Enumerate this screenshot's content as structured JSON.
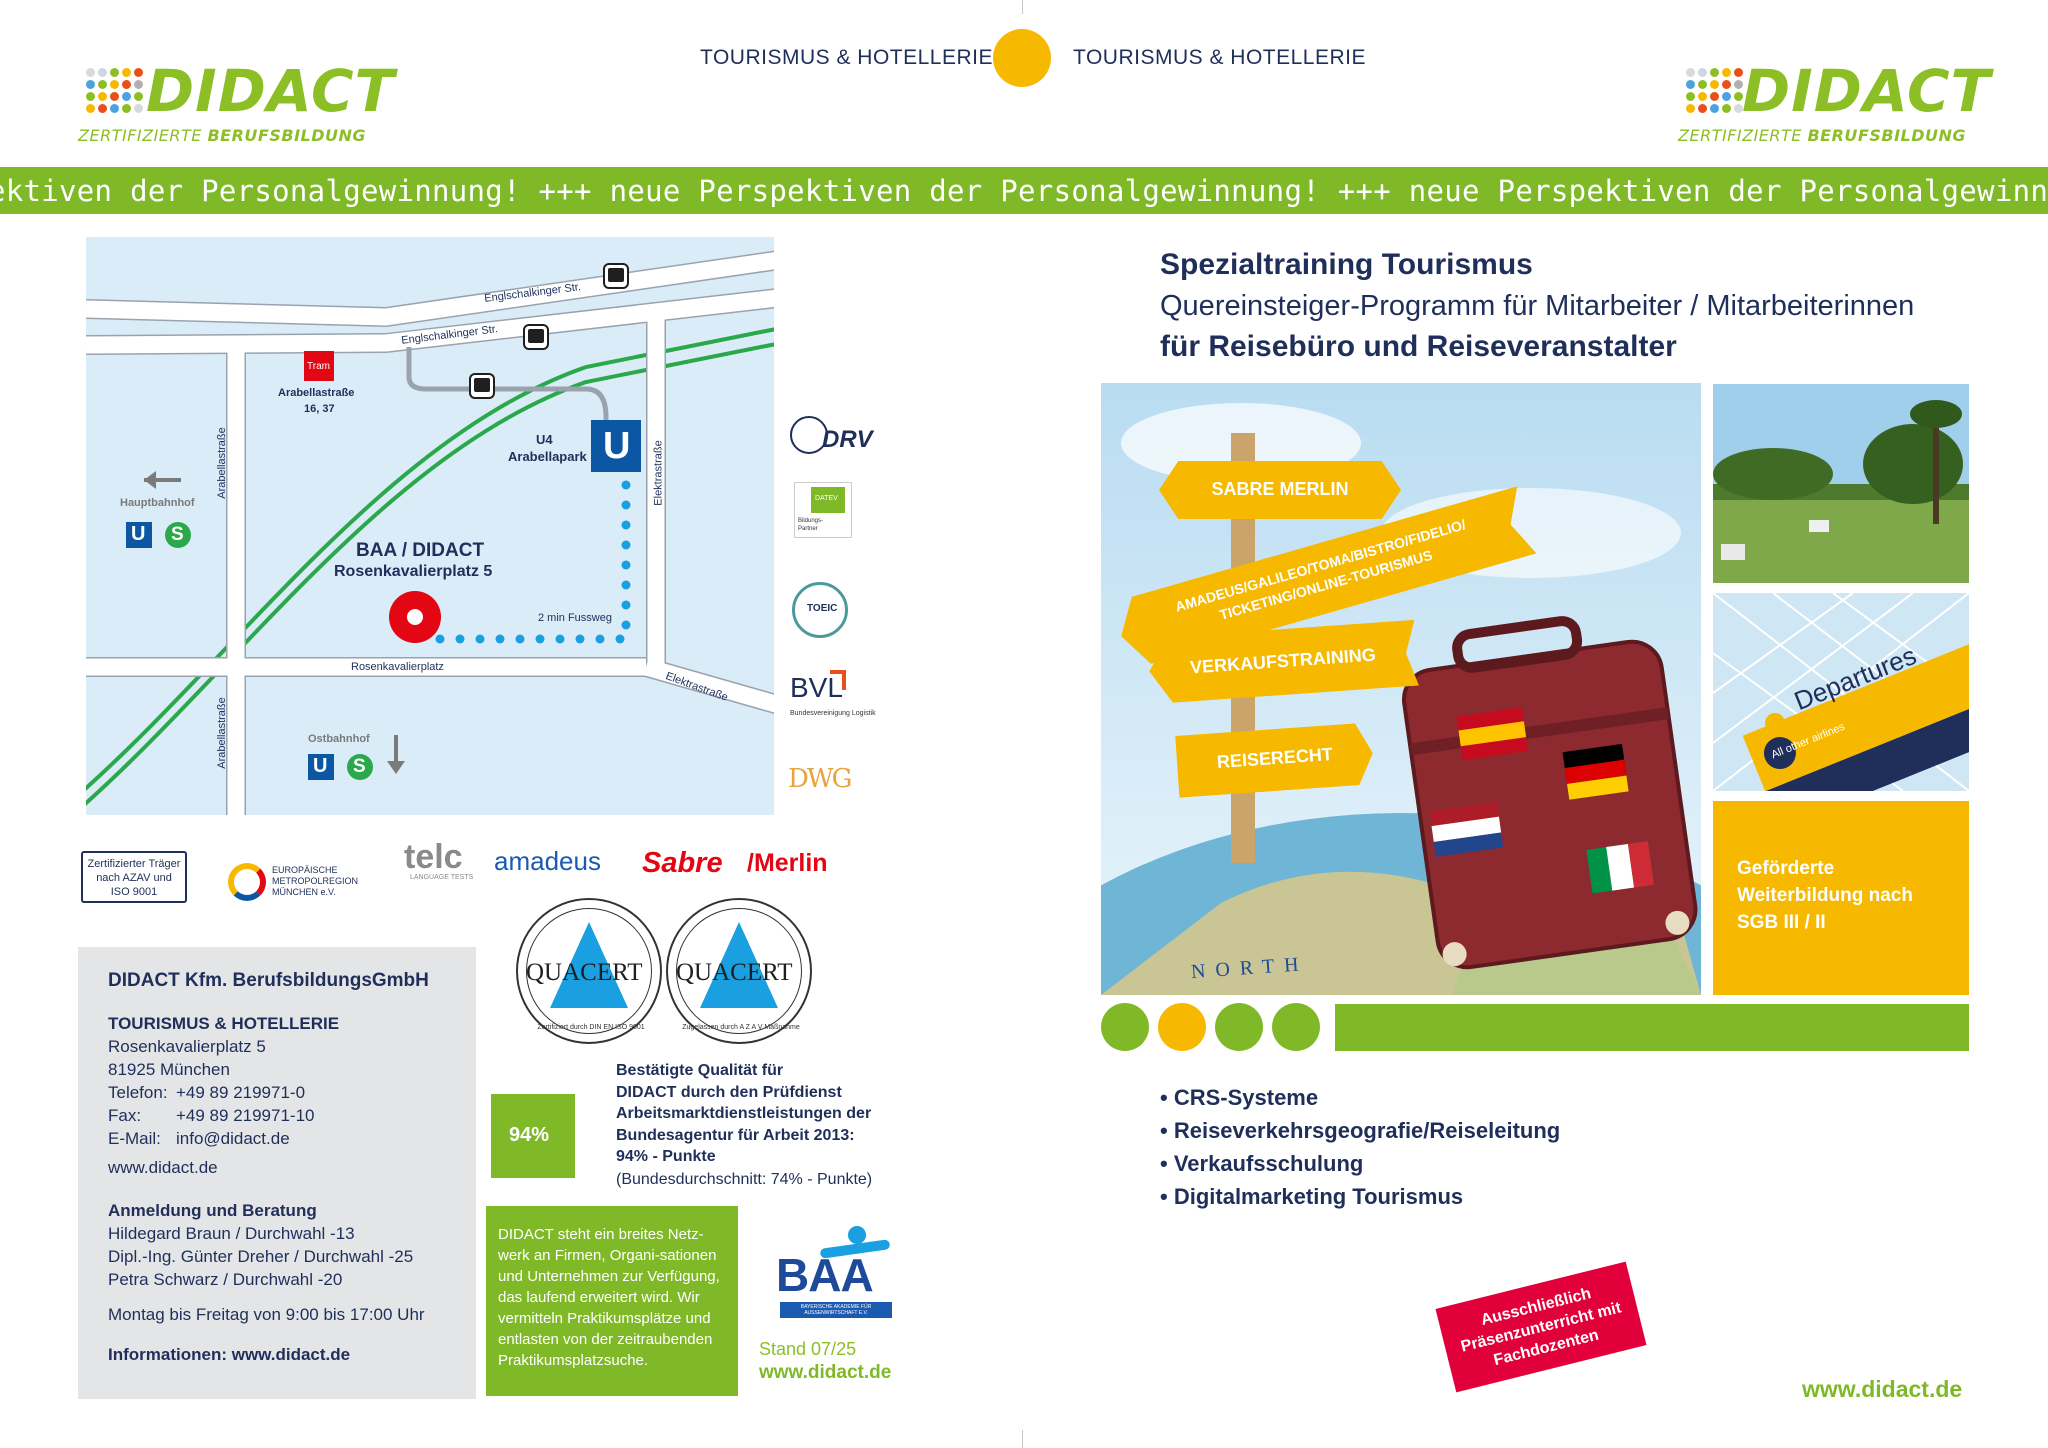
{
  "colors": {
    "brand_green": "#7fb927",
    "navy": "#1f2f5a",
    "accent_yellow": "#f6b900",
    "stamp_red": "#e2003a"
  },
  "header": {
    "logo_left": {
      "word": "DIDACT",
      "tag_prefix": "ZERTIFIZIERTE ",
      "tag_bold": "BERUFSBILDUNG"
    },
    "logo_right": {
      "word": "DIDACT",
      "tag_prefix": "ZERTIFIZIERTE ",
      "tag_bold": "BERUFSBILDUNG"
    },
    "topic_left": "TOURISMUS & HOTELLERIE",
    "topic_right": "TOURISMUS & HOTELLERIE"
  },
  "ticker": {
    "text": "ektiven der Personalgewinnung! +++ neue Perspektiven der Personalgewinnung! +++ neue Perspektiven der Personalgewinnung! +++ neu"
  },
  "map": {
    "street_englschalkinger_1": "Englschalkinger Str.",
    "street_englschalkinger_2": "Englschalkinger Str.",
    "tram_label": "Tram",
    "tram_stop": "Arabellastraße",
    "tram_lines": "16, 37",
    "u4_label": "U4",
    "u4_station": "Arabellapark",
    "u_letter": "U",
    "s_letter": "S",
    "hbf": "Hauptbahnhof",
    "ostbahnhof": "Ostbahnhof",
    "street_arabella_1": "Arabellastraße",
    "street_arabella_2": "Arabellastraße",
    "street_elektra_1": "Elektrastraße",
    "street_elektra_2": "Elektrastraße",
    "street_rosenkavalier": "Rosenkavalierplatz",
    "dest_name": "BAA / DIDACT",
    "dest_address": "Rosenkavalierplatz 5",
    "walk": "2 min Fussweg"
  },
  "side_logos": {
    "drv": "DRV",
    "datev_top": "DATEV",
    "datev_bottom": "Bildungs-Partner",
    "toeic": "TOEIC",
    "bvl": "BVL",
    "bvl_sub": "Bundesvereinigung Logistik",
    "dwg": "DWG"
  },
  "partners": {
    "azav": "Zertifizierter Träger nach AZAV und ISO 9001",
    "metropol": "EUROPÄISCHE METROPOLREGION MÜNCHEN e.V.",
    "telc": "telc",
    "telc_sub": "LANGUAGE TESTS",
    "amadeus": "amadeus",
    "sabre": "Sabre",
    "merlin": "/Merlin"
  },
  "quacert": {
    "seal1_ring": "Zertifiziert durch DIN EN ISO 9001",
    "seal1_name": "QUACERT",
    "seal2_ring": "Zugelassen durch A Z A V Maßnahme",
    "seal2_name": "QUACERT"
  },
  "quality": {
    "percent": "94%",
    "lines": [
      "Bestätigte Qualität für",
      "DIDACT durch den Prüfdienst",
      "Arbeitsmarktdienstleistungen der",
      "Bundesagentur für Arbeit 2013:",
      "94% - Punkte"
    ],
    "note": "(Bundesdurchschnitt: 74% - Punkte)"
  },
  "contact": {
    "company": "DIDACT Kfm. BerufsbildungsGmbH",
    "dept": "TOURISMUS & HOTELLERIE",
    "street": "Rosenkavalierplatz 5",
    "city": "81925 München",
    "phone_label": "Telefon:",
    "phone": "+49 89 219971-0",
    "fax_label": "Fax:",
    "fax": "+49 89 219971-10",
    "email_label": "E-Mail:",
    "email": "info@didact.de",
    "web": "www.didact.de",
    "reg_title": "Anmeldung und Beratung",
    "people": [
      "Hildegard Braun / Durchwahl -13",
      "Dipl.-Ing. Günter Dreher / Durchwahl -25",
      "Petra Schwarz / Durchwahl -20"
    ],
    "hours": "Montag bis Freitag von 9:00 bis 17:00 Uhr",
    "info": "Informationen: www.didact.de"
  },
  "network": {
    "lines": [
      "DIDACT steht ein breites Netz-",
      "werk an Firmen, Organi-sationen",
      "und Unternehmen zur Verfügung,",
      "das laufend erweitert wird. Wir",
      "vermitteln Praktikumsplätze und",
      "entlasten von der zeitraubenden",
      "Praktikumsplatzsuche."
    ]
  },
  "baa": {
    "name": "BAA",
    "sub": "BAYERISCHE AKADEMIE FÜR AUSSENWIRTSCHAFT E.V."
  },
  "stand": {
    "date": "Stand 07/25",
    "url": "www.didact.de"
  },
  "right": {
    "title": "Spezialtraining Tourismus",
    "subtitle": "Quereinsteiger-Programm für Mitarbeiter / Mitarbeiterinnen",
    "subtitle2": "für Reisebüro und Reiseveranstalter",
    "signs": [
      "SABRE MERLIN",
      "AMADEUS/GALILEO/TOMA/BISTRO/FIDELIO/",
      "TICKETING/ONLINE-TOURISMUS",
      "VERKAUFSTRAINING",
      "REISERECHT"
    ],
    "globe_label": "NORTH",
    "departures": "Departures",
    "departures_sub": "All other airlines",
    "funded": [
      "Geförderte",
      "Weiterbildung nach",
      "SGB III / II"
    ],
    "bullets": [
      "CRS-Systeme",
      "Reiseverkehrsgeografie/Reiseleitung",
      "Verkaufsschulung",
      "Digitalmarketing Tourismus"
    ],
    "stamp": [
      "Ausschließlich",
      "Präsenzunterricht mit",
      "Fachdozenten"
    ],
    "url": "www.didact.de"
  }
}
